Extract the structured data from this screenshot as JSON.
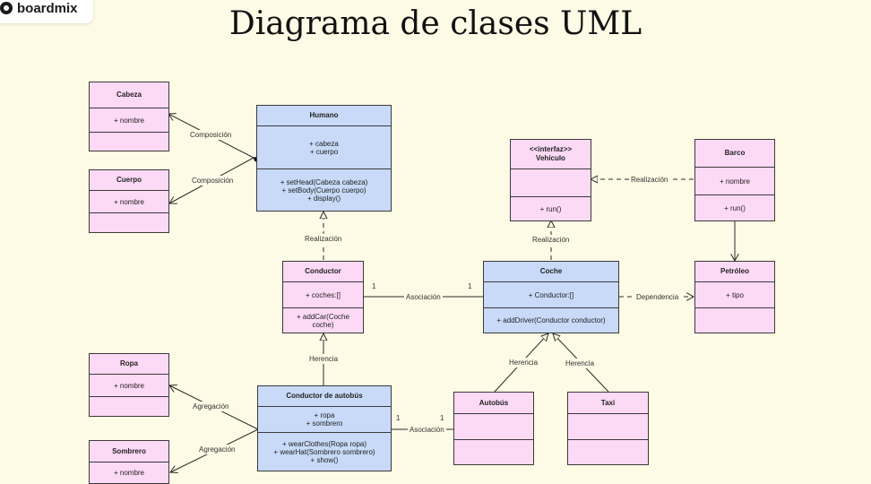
{
  "brand": {
    "name": "boardmix"
  },
  "title": "Diagrama de clases UML",
  "classes": {
    "cabeza": {
      "name": "Cabeza",
      "attrs": [
        "+ nombre"
      ],
      "methods": []
    },
    "cuerpo": {
      "name": "Cuerpo",
      "attrs": [
        "+ nombre"
      ],
      "methods": []
    },
    "humano": {
      "name": "Humano",
      "attrs": [
        "+ cabeza",
        "+ cuerpo"
      ],
      "methods": [
        "+ setHead(Cabeza cabeza)",
        "+ setBody(Cuerpo cuerpo)",
        "+ display()"
      ]
    },
    "vehiculo": {
      "stereotype": "<<interfaz>>",
      "name": "Vehículo",
      "attrs": [],
      "methods": [
        "+ run()"
      ]
    },
    "barco": {
      "name": "Barco",
      "attrs": [
        "+ nombre"
      ],
      "methods": [
        "+ run()"
      ]
    },
    "conductor": {
      "name": "Conductor",
      "attrs": [
        "+ coches:[]"
      ],
      "methods": [
        "+ addCar(Coche",
        "coche)"
      ]
    },
    "coche": {
      "name": "Coche",
      "attrs": [
        "+ Conductor:[]"
      ],
      "methods": [
        "+ addDriver(Conductor conductor)"
      ]
    },
    "petroleo": {
      "name": "Petróleo",
      "attrs": [
        "+ tipo"
      ],
      "methods": []
    },
    "ropa": {
      "name": "Ropa",
      "attrs": [
        "+ nombre"
      ],
      "methods": []
    },
    "conductor_autobus": {
      "name": "Conductor de autobús",
      "attrs": [
        "+ ropa",
        "+ sombrero"
      ],
      "methods": [
        "+ wearClothes(Ropa ropa)",
        "+ wearHat(Sombrero sombrero)",
        "+ show()"
      ]
    },
    "autobus": {
      "name": "Autobús",
      "attrs": [],
      "methods": []
    },
    "taxi": {
      "name": "Taxi",
      "attrs": [],
      "methods": []
    },
    "sombrero": {
      "name": "Sombrero",
      "attrs": [
        "+ nombre"
      ],
      "methods": []
    }
  },
  "relations": {
    "composicion_1": "Composición",
    "composicion_2": "Composición",
    "realizacion_humano": "Realización",
    "realizacion_vehiculo": "Realización",
    "realizacion_barco": "Realización",
    "asociacion_1": "Asociación",
    "asociacion_2": "Asociación",
    "dependencia": "Dependencia",
    "herencia_1": "Herencia",
    "herencia_2": "Herencia",
    "herencia_3": "Herencia",
    "agregacion_1": "Agregación",
    "agregacion_2": "Agregación"
  },
  "multiplicities": {
    "m1": "1",
    "m2": "1",
    "m3": "1",
    "m4": "1"
  },
  "colors": {
    "background": "#fdfae5",
    "class_pink": "#fcd9f5",
    "class_blue": "#c8daf8",
    "line": "#2a2a2a"
  }
}
